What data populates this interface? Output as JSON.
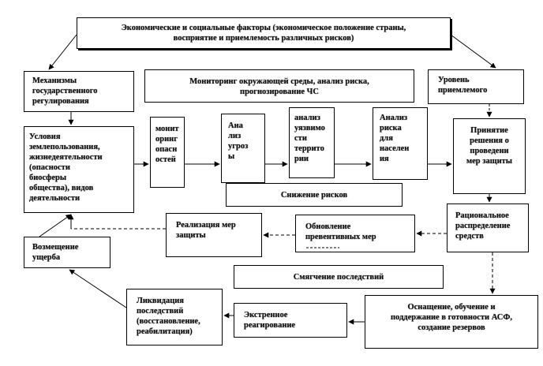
{
  "nodes": {
    "factors": "Экономические и социальные факторы (экономическое положение страны,\nвосприятие и приемлемость различных рисков)",
    "mechanisms": "Механизмы\nгосударственного\nрегулирования",
    "monitoring": "Мониторинг окружающей среды, анализ риска,\nпрогнозирование ЧС",
    "level": "Уровень\nприемлемого",
    "conditions": "Условия\nземлепользования,\nжизнедеятельности\n(опасности\nбиосферы\nобщества), видов\nдеятельности",
    "monitor_dangers": "монит\nоринг\nопасн\nостей",
    "threat_analysis": "Ана\nлиз\nугроз\nы",
    "territory_analysis": "анализ\nуязвимо\nсти\nтеррито\nрии",
    "population_analysis": "Анализ\nриска\nдля\nнаселен\nия",
    "decision": "Принятие\nрешения о\nпроведени\nмер защиты",
    "risk_reduction": "Снижение рисков",
    "rational": "Рациональное\nраспределение\nсредств",
    "implementation": "Реализация мер\nзащиты",
    "update": "Обновление\nпревентивных мер",
    "compensation": "Возмещение\nущерба",
    "mitigation": "Смягчение  последствий",
    "liquidation": "Ликвидация\nпоследствий\n(восстановление,\nреабилитация)",
    "emergency": "Экстренное\nреагирование",
    "equipment": "Оснащение, обучение и\nподдержание в готовности АСФ,\nсоздание резервов"
  }
}
